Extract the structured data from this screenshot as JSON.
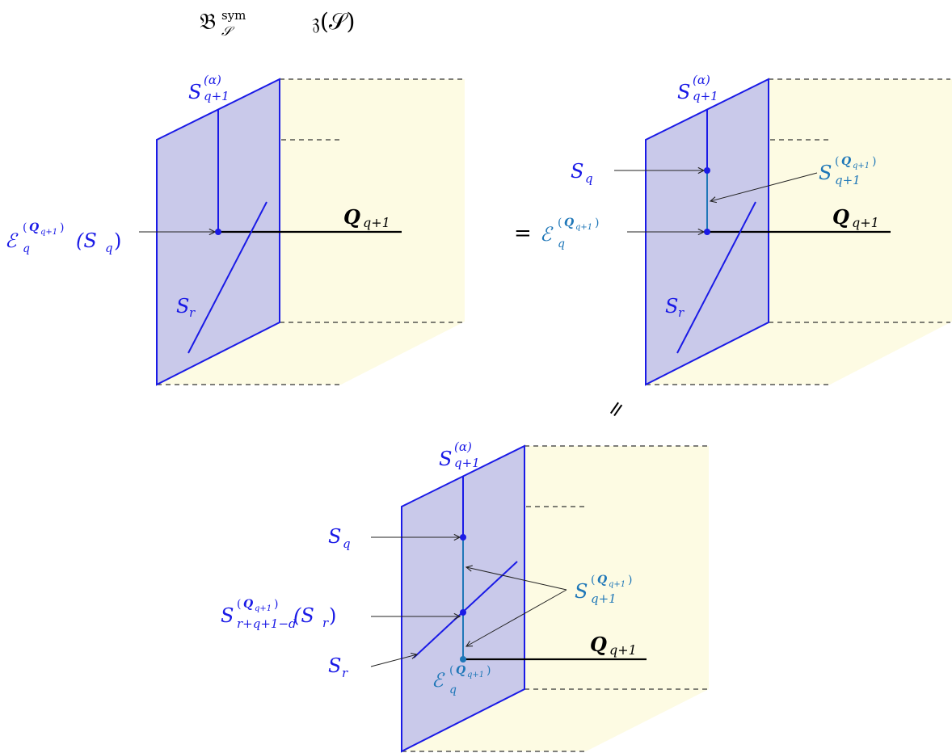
{
  "header": {
    "left_symbol": "𝔅",
    "left_sub": "𝒮",
    "left_sup": "sym",
    "right_symbol": "𝔷(𝒮)"
  },
  "symbols": {
    "S": "S",
    "alpha_sup": "(α)",
    "q_plus_1": "q+1",
    "q": "q",
    "r": "r",
    "Q": "Q",
    "Q_sub": "q+1",
    "Q_paren_open": "(",
    "Q_paren_close": ")",
    "E": "ℰ",
    "E_arg": "(S",
    "E_arg_sub": "q",
    "E_arg_close": ")",
    "r_sub_long": "r+q+1−d",
    "Sr_arg": "(S",
    "Sr_arg_sub": "r",
    "Sr_arg_close": ")"
  },
  "relations": {
    "equals": "=",
    "slanted_equals": "="
  },
  "colors": {
    "plane_fill": "#c9c9ea",
    "plane_stroke": "#1a1ae6",
    "slab_fill": "#fdfbe3",
    "teal": "#1f77b8",
    "blue": "#1a1ae6"
  }
}
